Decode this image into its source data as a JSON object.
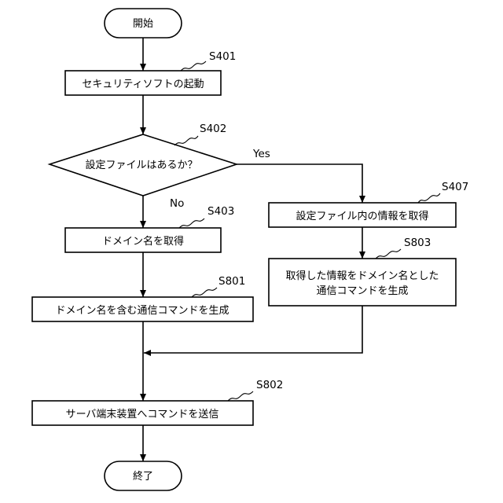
{
  "nodes": {
    "start": "開始",
    "s401_box": "セキュリティソフトの起動",
    "decision": "設定ファイルはあるか？",
    "s403_box": "ドメイン名を取得",
    "s801_box": "ドメイン名を含む通信コマンドを生成",
    "s407_box": "設定ファイル内の情報を取得",
    "s803_line1": "取得した情報をドメイン名とした",
    "s803_line2": "通信コマンドを生成",
    "s802_box": "サーバ端末装置へコマンドを送信",
    "end": "終了"
  },
  "step_labels": {
    "s401": "S401",
    "s402": "S402",
    "s403": "S403",
    "s801": "S801",
    "s407": "S407",
    "s803": "S803",
    "s802": "S802"
  },
  "branch_labels": {
    "yes": "Yes",
    "no": "No"
  }
}
